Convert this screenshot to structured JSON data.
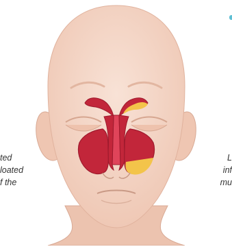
{
  "diagram": {
    "left_caption_lines": [
      "ted",
      "loated",
      "f the"
    ],
    "right_caption_lines": [
      "L",
      "inf",
      "mu"
    ]
  },
  "colors": {
    "skin": "#f3d3c3",
    "skin_light": "#f8e2d6",
    "skin_shadow": "#e2b6a1",
    "outline": "#c99a86",
    "sinus_red": "#c2263a",
    "sinus_dark": "#9e1a2d",
    "sinus_highlight": "#e0445a",
    "mucus_yellow": "#f3c44a",
    "accent_teal": "#5fbfd4"
  }
}
